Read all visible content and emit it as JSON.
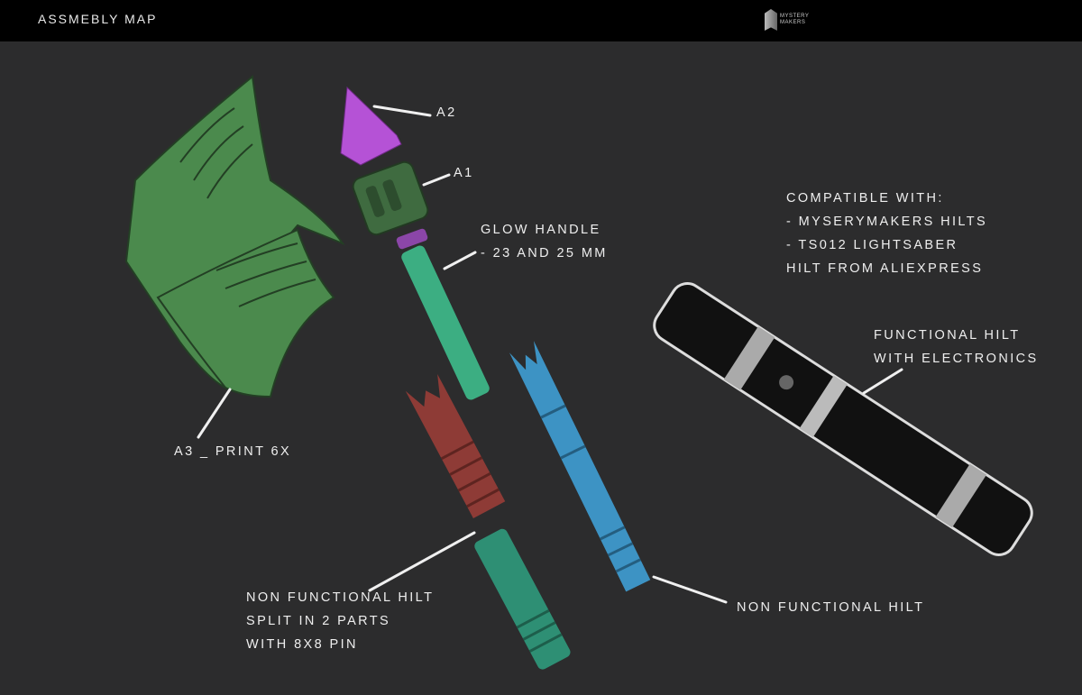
{
  "header": {
    "title": "Assmebly map",
    "logo_text": [
      "MYSTERY",
      "MAKERS"
    ]
  },
  "labels": {
    "a2": "A2",
    "a1": "A1",
    "glow_handle": [
      "Glow handle",
      "- 23 and 25 mm"
    ],
    "a3": "A3 _ print 6x",
    "compatible": [
      "Compatible with:",
      "- Myserymakers hilts",
      "- TS012 lightsaber",
      "hilt from Aliexpress"
    ],
    "functional_hilt": [
      "Functional hilt",
      "with electronics"
    ],
    "non_functional_split": [
      "Non functional hilt",
      "split in 2 parts",
      "with 8x8 pin"
    ],
    "non_functional_hilt": "Non functional hilt"
  },
  "colors": {
    "background": "#2c2c2d",
    "a2": "#b552d6",
    "a1": "#3f6b40",
    "fins": "#4b8a4d",
    "glow": "#3cae82",
    "red": "#8e3b36",
    "teal": "#2e8f74",
    "blue": "#3d93c4"
  }
}
